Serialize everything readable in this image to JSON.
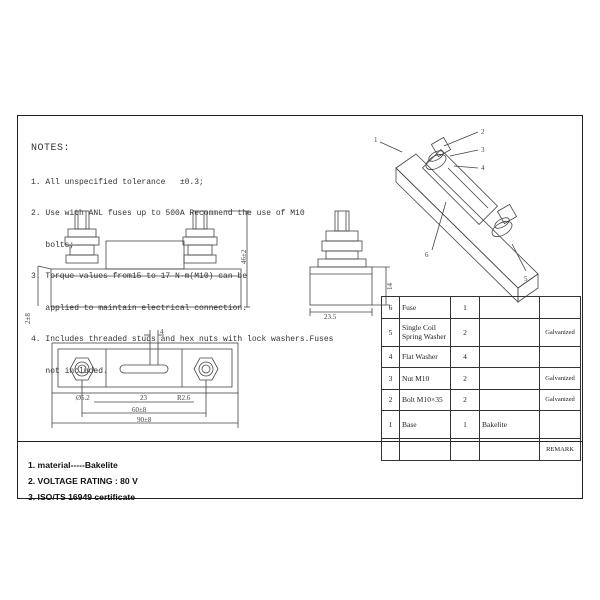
{
  "notes": {
    "heading": "NOTES:",
    "lines": [
      "1. All unspecified tolerance   ±0.3;",
      "2. Use with ANL fuses up to 500A Recommend the use of M10",
      "   bolts;",
      "3. Torque values from15 to 17 N·m(M10) can be",
      "   applied to maintain electrical connection.",
      "4. Includes threaded studs and hex nuts with lock washers.Fuses",
      "   not included."
    ]
  },
  "dimensions": {
    "height_total": "46±2",
    "height_left": "2±8",
    "width_side": "23.5",
    "height_base": "14",
    "slot_width": "4",
    "hole_left": "Ø5.2",
    "slot_len": "23",
    "hole_right": "R2.6",
    "center_dist": "60±8",
    "overall_len": "90±8"
  },
  "callouts": [
    "1",
    "2",
    "3",
    "4",
    "6",
    "5"
  ],
  "bom": {
    "rows": [
      {
        "no": "6",
        "name": "Fuse",
        "qty": "1",
        "material": "",
        "remark": ""
      },
      {
        "no": "5",
        "name": "Single Coil Spring Washer",
        "qty": "2",
        "material": "",
        "remark": "Galvanized"
      },
      {
        "no": "4",
        "name": "Flat Washer",
        "qty": "4",
        "material": "",
        "remark": ""
      },
      {
        "no": "3",
        "name": "Nut M10",
        "qty": "2",
        "material": "",
        "remark": "Galvanized"
      },
      {
        "no": "2",
        "name": "Bolt M10×35",
        "qty": "2",
        "material": "",
        "remark": "Galvanized"
      },
      {
        "no": "1",
        "name": "Base",
        "qty": "1",
        "material": "Bakelite",
        "remark": ""
      }
    ],
    "footer_remark": "REMARK"
  },
  "specs": [
    "1.  material-----Bakelite",
    "2.  VOLTAGE RATING : 80 V",
    "3.  ISO/TS 16949 certificate"
  ]
}
